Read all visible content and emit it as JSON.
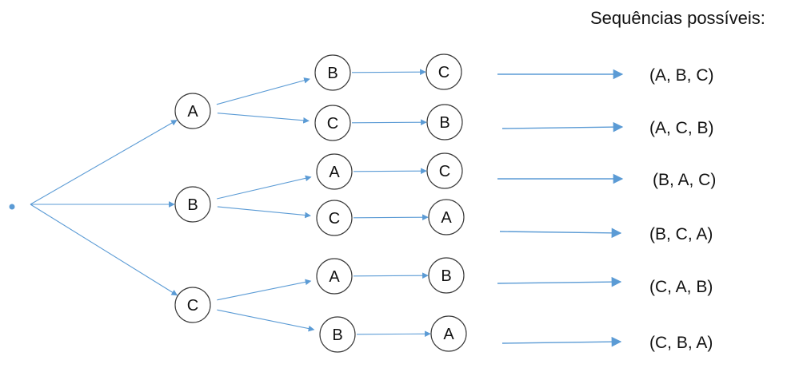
{
  "title": "Sequências possíveis:",
  "colors": {
    "edge": "#5b9bd5",
    "node_border": "#3a3a3a",
    "text": "#111111"
  },
  "root": "",
  "level1": [
    "A",
    "B",
    "C"
  ],
  "level2": [
    "B",
    "C",
    "A",
    "C",
    "A",
    "B"
  ],
  "level3": [
    "C",
    "B",
    "C",
    "A",
    "B",
    "A"
  ],
  "sequences": [
    "(A, B, C)",
    "(A, C, B)",
    "(B, A, C)",
    "(B, C, A)",
    "(C, A, B)",
    "(C, B, A)"
  ]
}
